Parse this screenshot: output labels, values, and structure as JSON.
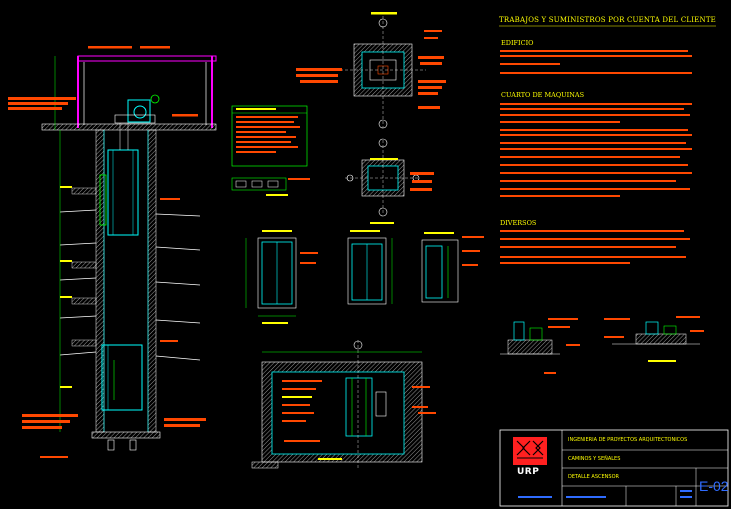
{
  "drawing": {
    "sheet_title": "TRABAJOS Y SUMINISTROS POR CUENTA DEL CLIENTE",
    "sections": [
      {
        "title": "EDIFICIO"
      },
      {
        "title": "CUARTO DE MAQUINAS"
      },
      {
        "title": "DIVERSOS"
      }
    ]
  },
  "title_block": {
    "logo_text": "URP",
    "lines": [
      "INGENIERIA DE PROYECTOS ARQUITECTONICOS",
      "CAMINOS Y SEÑALES",
      "DETALLE ASCENSOR"
    ],
    "sheet_number": "E-02"
  },
  "colors": {
    "background": "#000000",
    "orange": "#ff4800",
    "yellow": "#ffff00",
    "green": "#00ff00",
    "cyan": "#00ffff",
    "white": "#ffffff",
    "magenta": "#ff00ff",
    "blue": "#2f6cff",
    "red": "#ff2020"
  }
}
